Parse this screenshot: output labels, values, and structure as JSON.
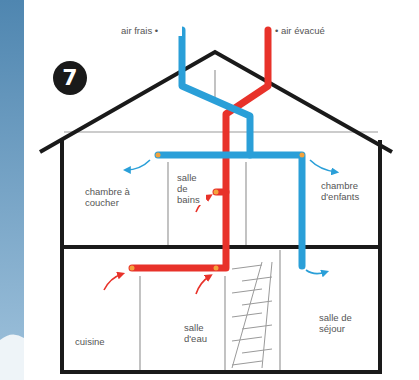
{
  "diagram": {
    "labels": [
      "7",
      "air frais •",
      "• air évacué",
      "chambre à coucher",
      "salle de bains",
      "chambre d'enfants",
      "cuisine",
      "salle d'eau",
      "salle de séjour"
    ]
  }
}
